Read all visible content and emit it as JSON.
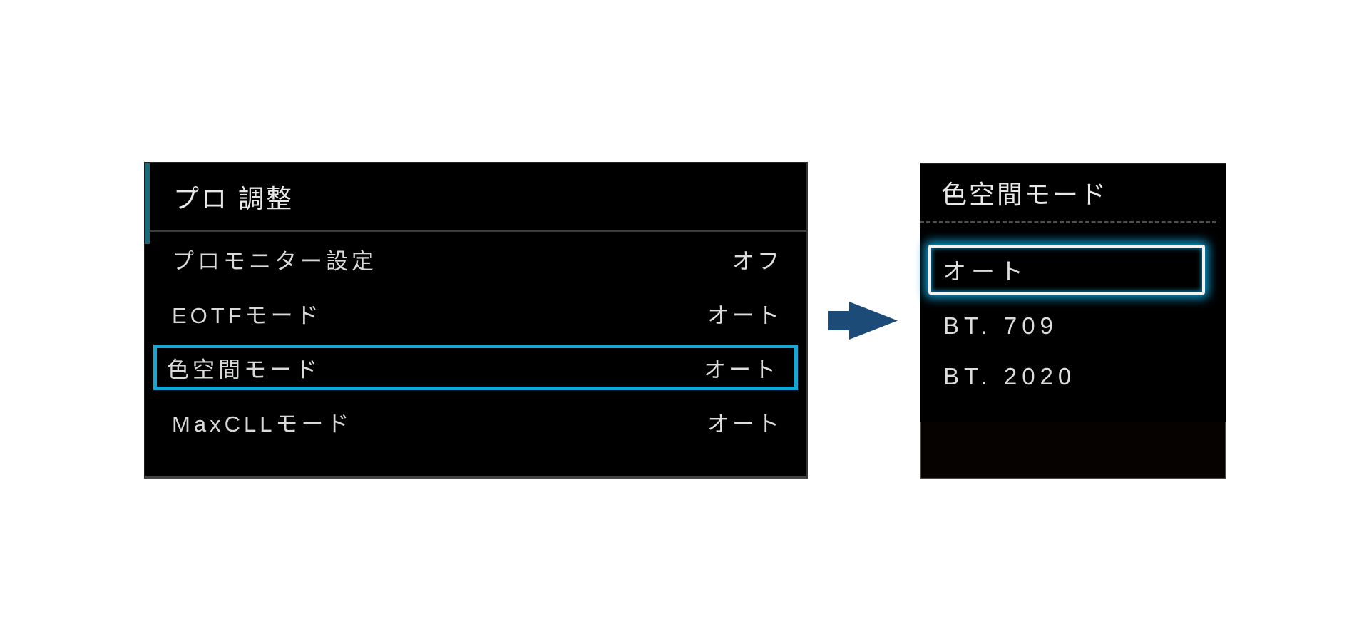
{
  "left_panel": {
    "title": "プロ 調整",
    "items": [
      {
        "label": "プロモニター設定",
        "value": "オフ",
        "selected": false
      },
      {
        "label": "EOTFモード",
        "value": "オート",
        "selected": false
      },
      {
        "label": "色空間モード",
        "value": "オート",
        "selected": true
      },
      {
        "label": "MaxCLLモード",
        "value": "オート",
        "selected": false
      }
    ]
  },
  "arrow": {
    "icon": "arrow-right-icon",
    "color": "#1d4b77"
  },
  "right_panel": {
    "title": "色空間モード",
    "options": [
      {
        "label": "オート",
        "selected": true
      },
      {
        "label": "BT. 709",
        "selected": false
      },
      {
        "label": "BT. 2020",
        "selected": false
      }
    ]
  },
  "colors": {
    "background": "#ffffff",
    "panel_background": "#000000",
    "highlight_cyan": "#12a7d5",
    "selected_border_white": "#f2f2f2",
    "title_stripe_teal": "#17697d",
    "text": "#d9d9d9"
  }
}
